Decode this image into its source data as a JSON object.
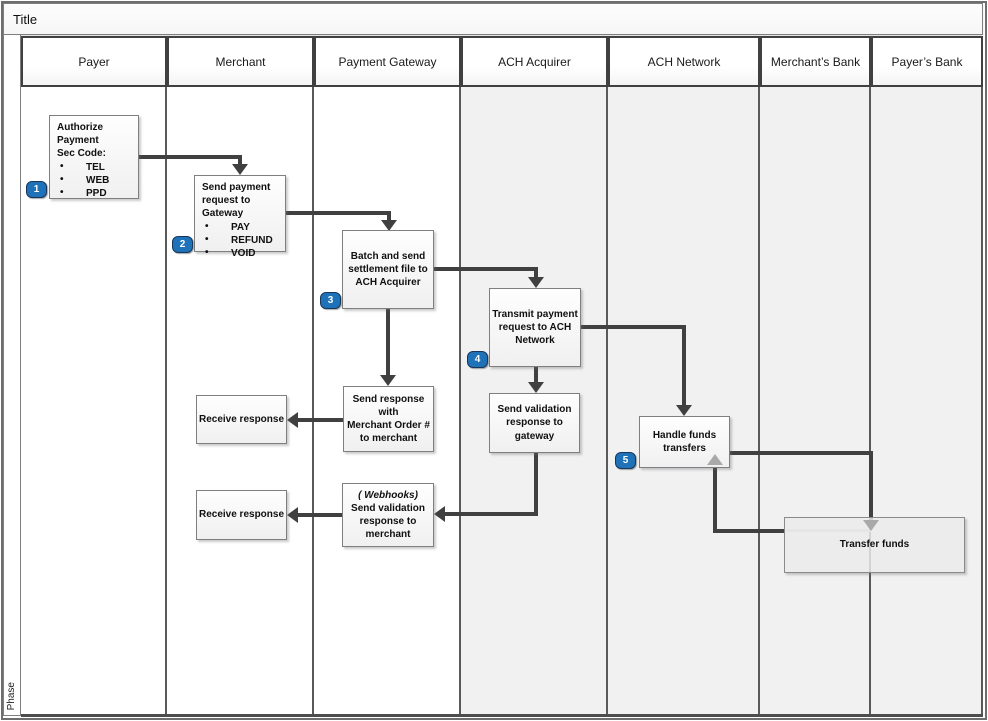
{
  "title": "Title",
  "phase_label": "Phase",
  "lanes": [
    {
      "label": "Payer"
    },
    {
      "label": "Merchant"
    },
    {
      "label": "Payment Gateway"
    },
    {
      "label": "ACH Acquirer"
    },
    {
      "label": "ACH Network"
    },
    {
      "label": "Merchant’s Bank"
    },
    {
      "label": "Payer’s Bank"
    }
  ],
  "colors": {
    "badge": "#1f72b8",
    "badge_border": "#16365c",
    "arrow": "#404040",
    "arrow_light": "#a9a9a9",
    "lane_shaded": "#f1f1f2"
  },
  "nodes": {
    "authorize": {
      "badge": "1",
      "lines": [
        "Authorize",
        "Payment",
        "Sec Code:"
      ],
      "bullets": [
        "TEL",
        "WEB",
        "PPD"
      ]
    },
    "send_payment_request": {
      "badge": "2",
      "lines": [
        "Send payment",
        "request to",
        "Gateway"
      ],
      "bullets": [
        "PAY",
        "REFUND",
        "VOID"
      ]
    },
    "batch_settlement": {
      "badge": "3",
      "lines": [
        "Batch and send",
        "settlement file to",
        "ACH Acquirer"
      ]
    },
    "transmit_request": {
      "badge": "4",
      "lines": [
        "Transmit payment",
        "request to ACH",
        "Network"
      ]
    },
    "send_response_order": {
      "lines": [
        "Send response",
        "with",
        "Merchant Order #",
        "to merchant"
      ]
    },
    "receive_response_1": {
      "lines": [
        "Receive response"
      ]
    },
    "send_validation_gateway": {
      "lines": [
        "Send validation",
        "response to",
        "gateway"
      ]
    },
    "webhooks": {
      "italic": "( Webhooks)",
      "lines": [
        "Send validation",
        "response to",
        "merchant"
      ]
    },
    "receive_response_2": {
      "lines": [
        "Receive response"
      ]
    },
    "handle_funds": {
      "badge": "5",
      "lines": [
        "Handle funds",
        "transfers"
      ]
    },
    "transfer_funds": {
      "lines": [
        "Transfer funds"
      ]
    }
  }
}
